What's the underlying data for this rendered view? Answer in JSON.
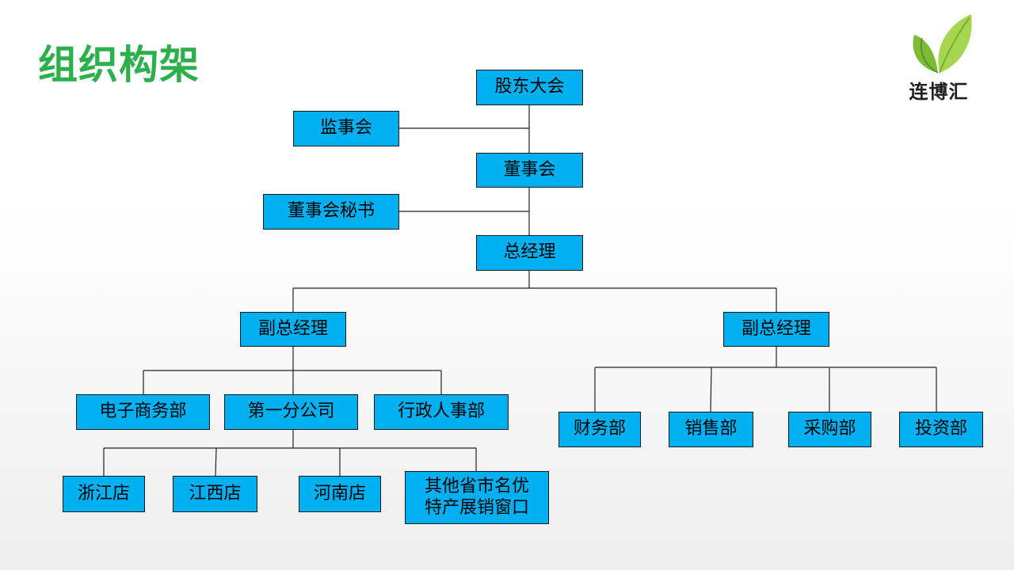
{
  "page": {
    "title": "组织构架"
  },
  "logo": {
    "text": "连博汇",
    "icon": "leaf-icon",
    "leaf_colors": [
      "#9fd04a",
      "#5a9a2a"
    ]
  },
  "colors": {
    "title": "#2bb04b",
    "node_fill": "#00b0f0",
    "node_border": "#1a1a1a",
    "connector": "#222222"
  },
  "nodes": {
    "shareholders": "股东大会",
    "supervisors": "监事会",
    "board": "董事会",
    "board_secretary": "董事会秘书",
    "general_manager": "总经理",
    "vp_left": "副总经理",
    "vp_right": "副总经理",
    "ecommerce": "电子商务部",
    "first_branch": "第一分公司",
    "admin_hr": "行政人事部",
    "finance": "财务部",
    "sales": "销售部",
    "purchasing": "采购部",
    "investment": "投资部",
    "zhejiang": "浙江店",
    "jiangxi": "江西店",
    "henan": "河南店",
    "other_line1": "其他省市名优",
    "other_line2": "特产展销窗口"
  }
}
